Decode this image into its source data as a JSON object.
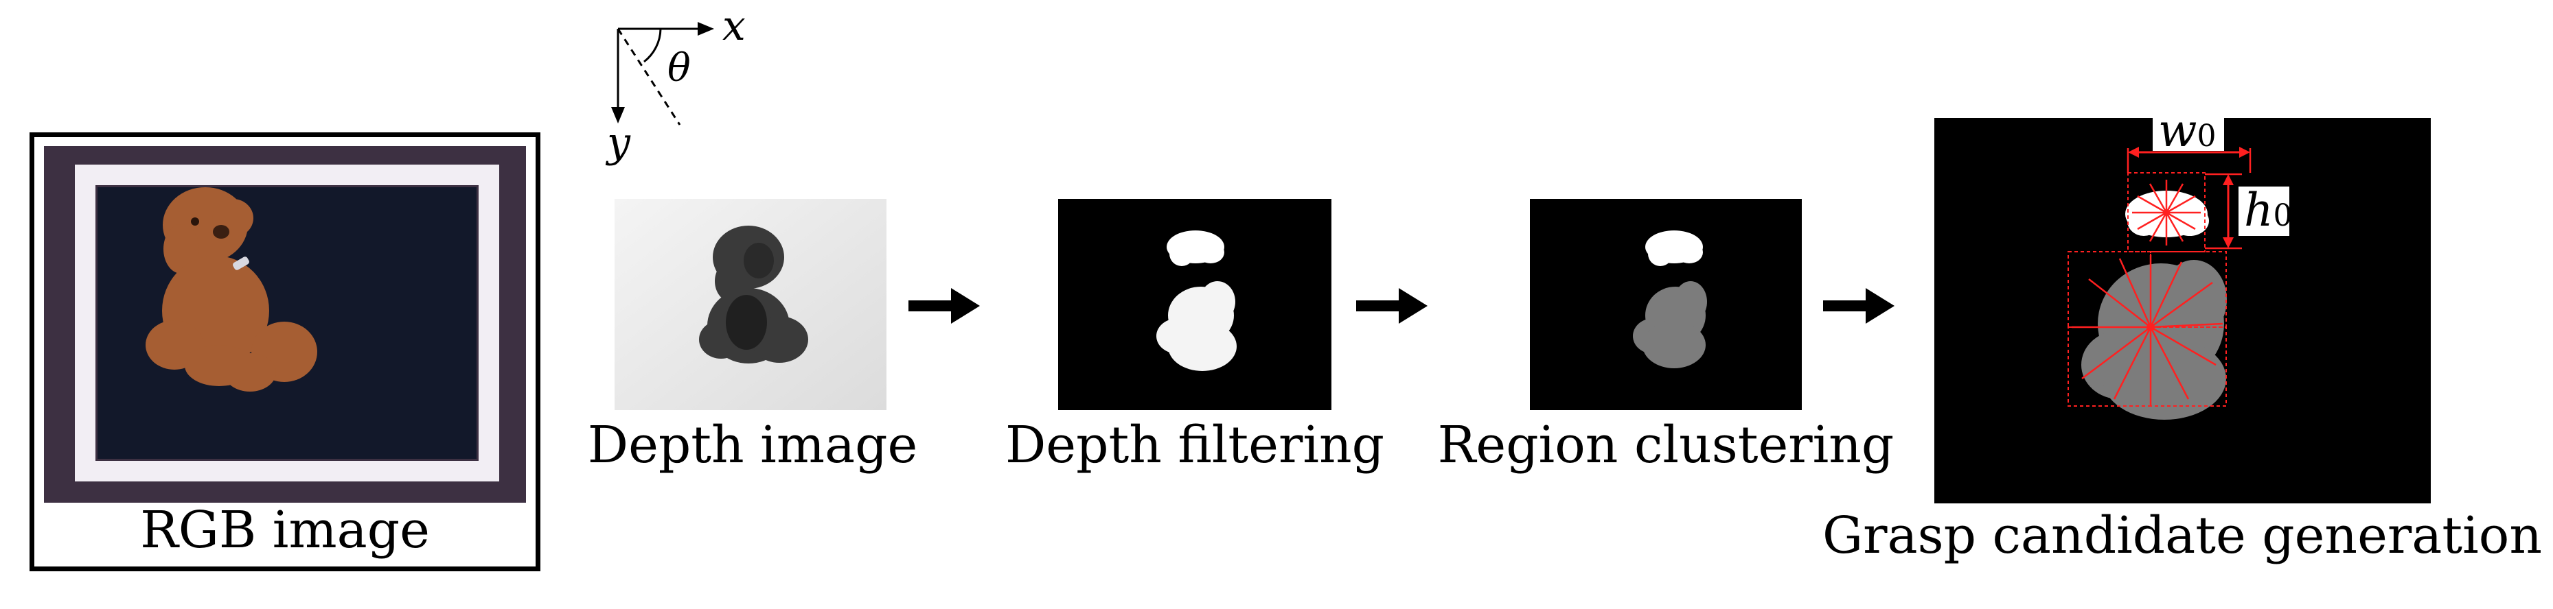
{
  "axes": {
    "x_label": "x",
    "y_label": "y",
    "angle_label": "θ"
  },
  "stages": [
    {
      "id": "rgb",
      "caption": "RGB image"
    },
    {
      "id": "depth",
      "caption": "Depth image"
    },
    {
      "id": "filtering",
      "caption": "Depth filtering"
    },
    {
      "id": "clustering",
      "caption": "Region clustering"
    },
    {
      "id": "grasp",
      "caption": "Grasp candidate generation"
    }
  ],
  "grasp_labels": {
    "width": "w",
    "width_sub": "0",
    "height": "h",
    "height_sub": "0"
  },
  "colors": {
    "annotation": "#ff2020",
    "object_bright": "#ffffff",
    "object_gray": "#808080",
    "background": "#000000"
  }
}
